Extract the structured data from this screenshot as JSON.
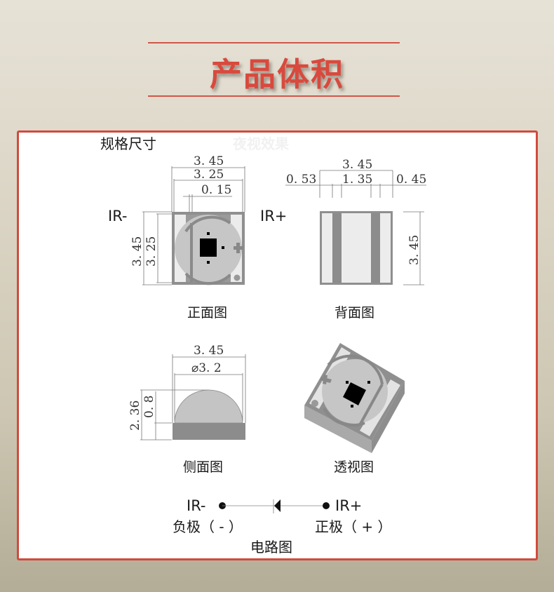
{
  "header": {
    "title": "产品体积",
    "accent_color": "#d9493d"
  },
  "card": {
    "section_label": "规格尺寸",
    "watermark": "夜视效果",
    "border_color": "#d14b3e"
  },
  "front_view": {
    "caption": "正面图",
    "pin_label": "IR-",
    "dim_width_outer": "3. 45",
    "dim_width_inner": "3. 25",
    "dim_gap": "0. 15",
    "dim_height_outer": "3. 45",
    "dim_height_inner": "3. 25"
  },
  "back_view": {
    "caption": "背面图",
    "pin_label": "IR+",
    "dim_width": "3. 45",
    "dim_left_pad": "0. 53",
    "dim_center": "1. 35",
    "dim_right_pad": "0. 45",
    "dim_height": "3. 45"
  },
  "side_view": {
    "caption": "侧面图",
    "dim_width": "3. 45",
    "dim_lens_diameter": "⌀3. 2",
    "dim_total_height": "2. 36",
    "dim_base_height": "0. 8"
  },
  "perspective_view": {
    "caption": "透视图"
  },
  "circuit": {
    "caption": "电路图",
    "left_pin": "IR-",
    "right_pin": "IR+",
    "left_polarity": "负极（ - ）",
    "right_polarity": "正极（ + ）"
  }
}
